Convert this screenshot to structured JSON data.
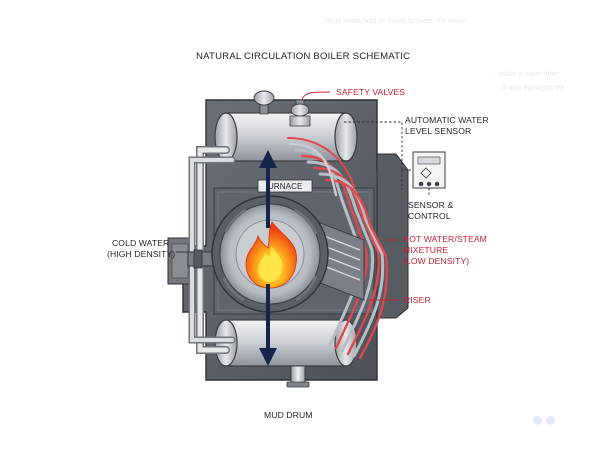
{
  "diagram": {
    "title": "NATURAL CIRCULATION BOILER SCHEMATIC",
    "labels": {
      "safety_valves": "SAFETY VALVES",
      "water_level_sensor": [
        "AUTOMATIC WATER",
        "LEVEL SENSOR"
      ],
      "sensor_control": [
        "SENSOR &",
        "CONTROL"
      ],
      "cold_water": [
        "COLD WATER",
        "(HIGH DENSITY)"
      ],
      "hot_water_steam": [
        "HOT WATER/STEAM",
        "MIXETURE",
        "(LOW DENSITY)"
      ],
      "riser": "RISER",
      "furnace": "URNACE",
      "mud_drum": "MUD DRUM"
    },
    "background_text": [
      "...ribute inside field as mixed between the Beam...",
      "...within a water tuber",
      "...It also highlights the"
    ]
  },
  "colors": {
    "body": "#5b5f66",
    "drum": "#c7cbd0",
    "pipe_hot": "#e0474f",
    "pipe_cold": "#bfc4ca",
    "arrow": "#15244a",
    "flame": "#f25a16",
    "label_red": "#c81e36",
    "label_dark": "#1f2328"
  },
  "icons": [
    "flame-icon",
    "safety-valve-icon",
    "circulation-arrow-icon",
    "sensor-box-icon"
  ]
}
